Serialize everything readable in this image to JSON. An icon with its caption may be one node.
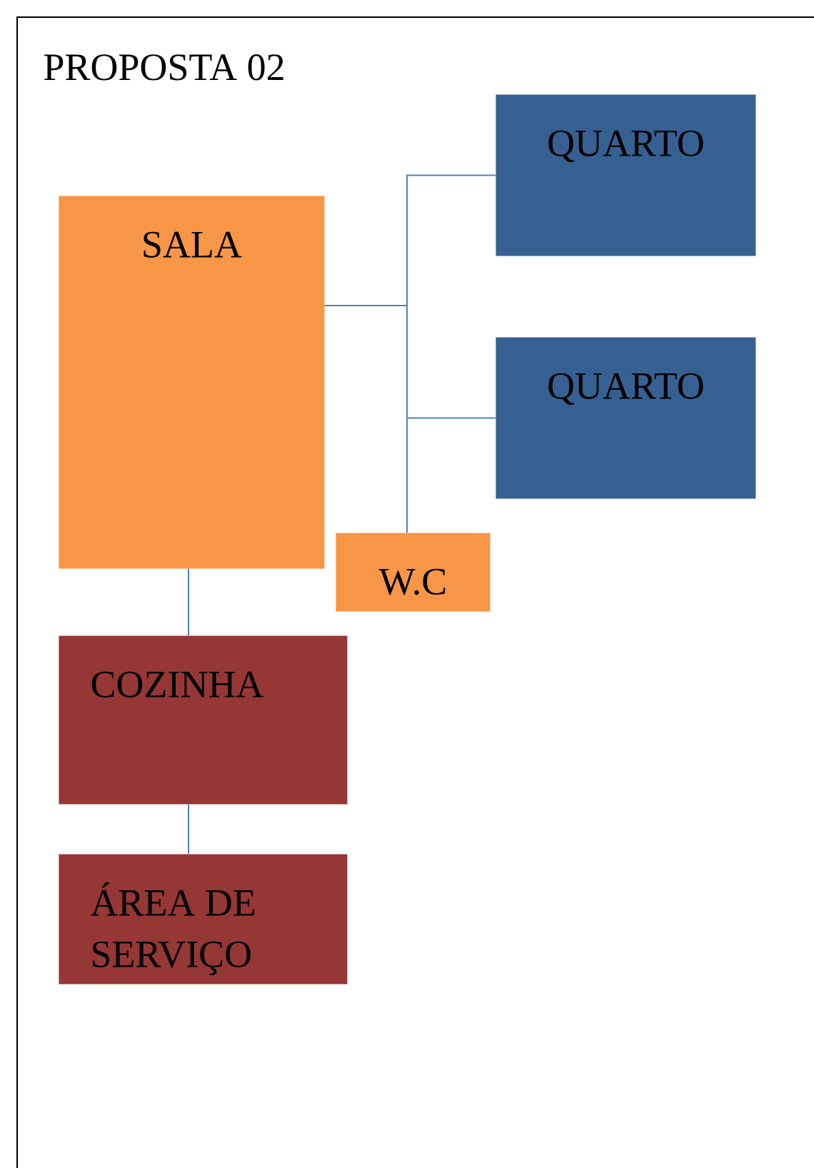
{
  "diagram": {
    "title": "PROPOSTA 02",
    "nodes": [
      {
        "text": [
          "QUARTO"
        ]
      },
      {
        "text": [
          "SALA"
        ]
      },
      {
        "text": [
          "QUARTO"
        ]
      },
      {
        "text": [
          "W.C"
        ]
      },
      {
        "text": [
          "COZINHA"
        ]
      },
      {
        "text": [
          "ÁREA DE SERVIÇO"
        ]
      }
    ],
    "edges": [
      {
        "from": 1,
        "to": 0,
        "arrow": "none"
      },
      {
        "from": 1,
        "to": 2,
        "arrow": "none"
      },
      {
        "from": 1,
        "to": 3,
        "arrow": "none"
      },
      {
        "from": 1,
        "to": 4,
        "arrow": "none"
      },
      {
        "from": 4,
        "to": 5,
        "arrow": "none"
      }
    ]
  }
}
